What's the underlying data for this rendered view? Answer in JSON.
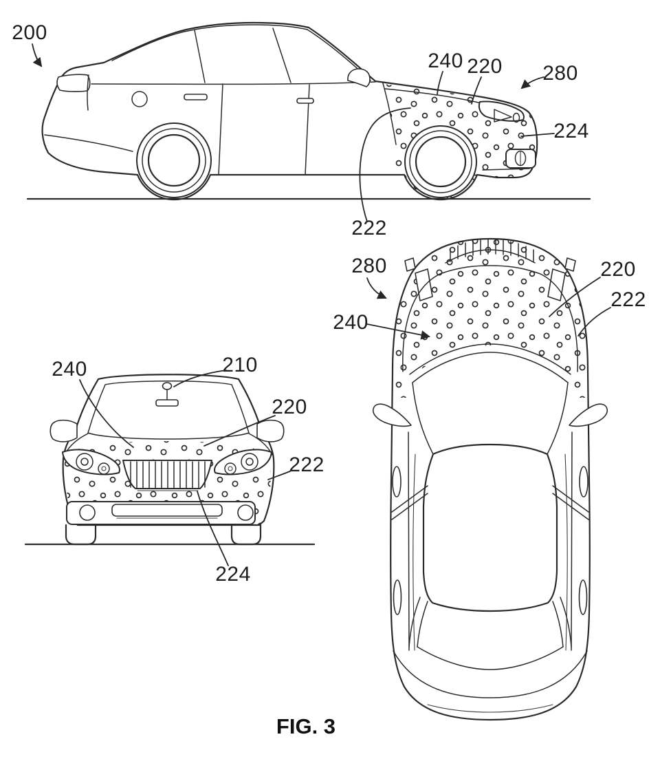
{
  "figure": {
    "caption": "FIG. 3",
    "ink_color": "#2a2a2a",
    "background_color": "#ffffff",
    "views": {
      "side": {
        "labels": {
          "l200": "200",
          "l240": "240",
          "l220": "220",
          "l280": "280",
          "l224": "224",
          "l222": "222"
        }
      },
      "front": {
        "labels": {
          "l240": "240",
          "l210": "210",
          "l220": "220",
          "l222": "222",
          "l224": "224"
        }
      },
      "top": {
        "labels": {
          "l280": "280",
          "l220": "220",
          "l222": "222",
          "l240": "240"
        }
      }
    }
  }
}
